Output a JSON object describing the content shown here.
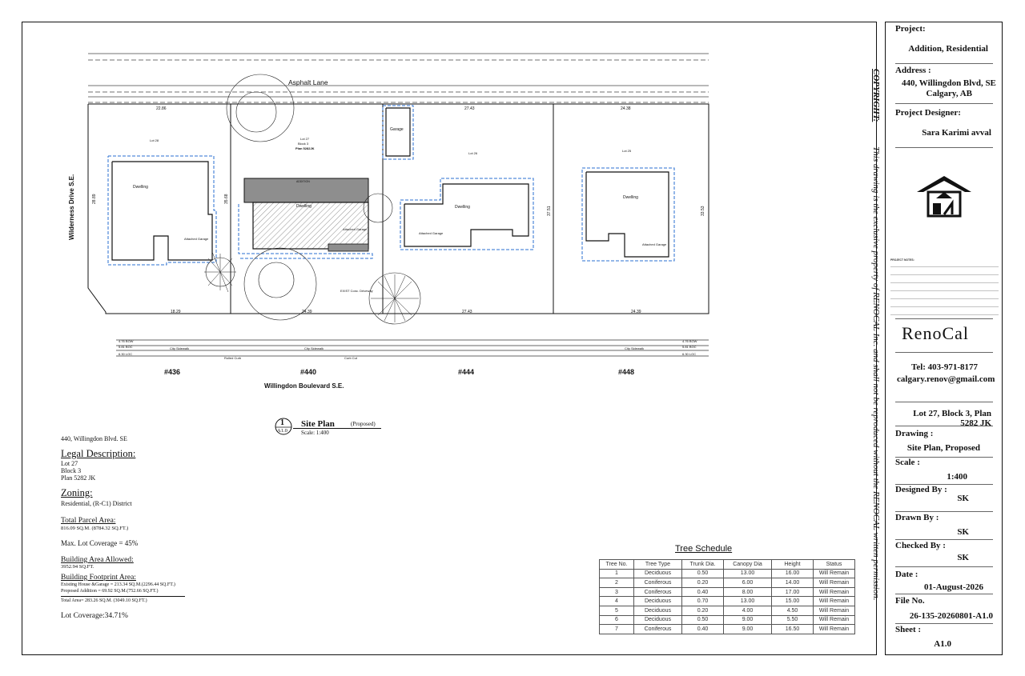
{
  "site_plan": {
    "lane_label": "Asphalt Lane",
    "street_left": "Wilderness Drive S.E.",
    "street_bottom": "Willingdon Boulevard S.E.",
    "house_numbers": [
      "#436",
      "#440",
      "#444",
      "#448"
    ],
    "lots": [
      "Lot 28",
      "Lot 27",
      "Lot 26",
      "Lot 25"
    ],
    "lot27_block": "Block 3",
    "lot27_plan": "Plan 5282JK",
    "widths_top": [
      "22.86",
      "27.43",
      "24.38"
    ],
    "widths_bottom": [
      "18.29",
      "24.39",
      "27.43",
      "24.39"
    ],
    "depths": [
      "28.89",
      "35.68",
      "37.51",
      "33.53"
    ],
    "labels": {
      "dwelling": "Dwelling",
      "garage": "Garage",
      "attached_garage": "Attached Garage",
      "exist_conc_driveway": "EXIST Conc. Driveway",
      "city_sidewalk": "City Sidewalk",
      "rolled_curb": "Rolled Curb",
      "curb_cut": "Curb Cut",
      "bow": "4.76 BOW",
      "boc": "5.81 BOC",
      "loc": "6.30 LOC",
      "addition": "ADDITION"
    }
  },
  "view_title": {
    "number": "1",
    "sheet_ref": "A1.0",
    "title": "Site Plan",
    "qualifier": "(Proposed)",
    "scale": "Scale: 1:400"
  },
  "info": {
    "address": "440, Willingdon Blvd. SE",
    "legal_heading": "Legal Description:",
    "lot": "Lot   27",
    "block": "Block  3",
    "plan": "Plan   5282 JK",
    "zoning_heading": "Zoning:",
    "zoning": "Residential, (R-C1) District",
    "parcel_heading": "Total Parcel Area:",
    "parcel": "816.09 SQ.M. (8784.32 SQ.FT.)",
    "max_coverage": "Max. Lot Coverage = 45%",
    "allowed_heading": "Building Area Allowed:",
    "allowed": "3952.94 SQ.FT.",
    "footprint_heading": "Building Footprint Area:",
    "existing": "Existing House &Garage = 213.34 SQ.M.(2296.44 SQ.FT.)",
    "proposed": "Proposed Addition      = 69.92  SQ.M.(752.66   SQ.FT.)",
    "total": "Total Area= 283.26 SQ.M. (3049.10 SQ.FT.)",
    "coverage": "Lot Coverage:34.71%"
  },
  "tree_schedule": {
    "title": "Tree Schedule",
    "headers": [
      "Tree No.",
      "Tree Type",
      "Trunk Dia.",
      "Canopy Dia",
      "Height",
      "Status"
    ],
    "rows": [
      [
        "1",
        "Deciduous",
        "0.50",
        "13.00",
        "16.00",
        "Will Remain"
      ],
      [
        "2",
        "Coniferous",
        "0.20",
        "6.00",
        "14.00",
        "Will Remain"
      ],
      [
        "3",
        "Coniferous",
        "0.40",
        "8.00",
        "17.00",
        "Will Remain"
      ],
      [
        "4",
        "Deciduous",
        "0.70",
        "13.00",
        "15.00",
        "Will Remain"
      ],
      [
        "5",
        "Deciduous",
        "0.20",
        "4.00",
        "4.50",
        "Will Remain"
      ],
      [
        "6",
        "Deciduous",
        "0.50",
        "9.00",
        "5.50",
        "Will Remain"
      ],
      [
        "7",
        "Coniferous",
        "0.40",
        "9.00",
        "16.50",
        "Will Remain"
      ]
    ]
  },
  "title_block": {
    "project_label": "Project:",
    "project": "Addition, Residential",
    "address_label": "Address :",
    "address_line1": "440, Willingdon Blvd, SE",
    "address_line2": "Calgary, AB",
    "designer_label": "Project Designer:",
    "designer": "Sara Karimi avval",
    "company": "RenoCal",
    "tel": "Tel: 403-971-8177",
    "email": "calgary.renov@gmail.com",
    "legal": "Lot 27, Block 3, Plan 5282 JK",
    "drawing_label": "Drawing :",
    "drawing": "Site Plan, Proposed",
    "scale_label": "Scale :",
    "scale": "1:400",
    "designed_label": "Designed By :",
    "designed": "SK",
    "drawn_label": "Drawn By :",
    "drawn": "SK",
    "checked_label": "Checked By :",
    "checked": "SK",
    "date_label": "Date :",
    "date": "01-August-2026",
    "file_label": "File No.",
    "file": "26-135-20260801-A1.0",
    "sheet_label": "Sheet :",
    "sheet": "A1.0",
    "copyright_title": "COPYRIGHT:",
    "copyright_text": "This drawing is the exclusive property of RENOCAL Inc. and shall not be reproduced without the RENOCAL written permission.",
    "notes_heading": "PROJECT NOTES:"
  }
}
